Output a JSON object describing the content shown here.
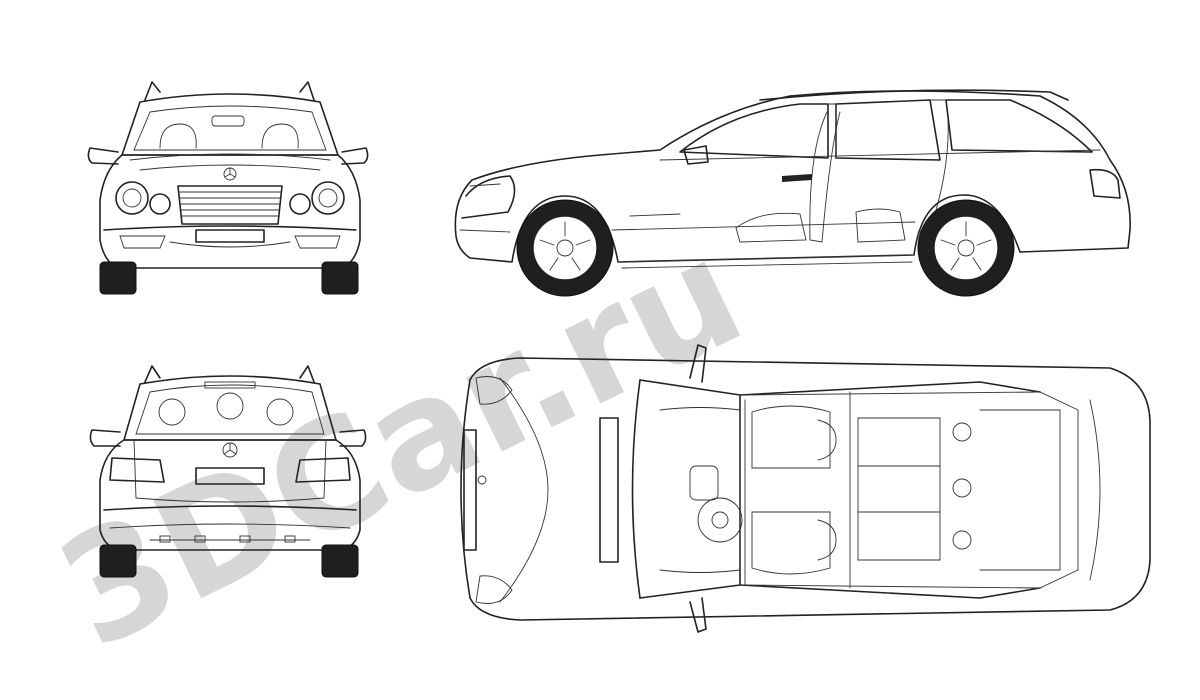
{
  "watermark": {
    "text": "3DCar.ru",
    "color": "#cfcfcf"
  },
  "views": [
    {
      "id": "front",
      "icon": "car-front-view-icon"
    },
    {
      "id": "side",
      "icon": "car-side-view-icon"
    },
    {
      "id": "rear",
      "icon": "car-rear-view-icon"
    },
    {
      "id": "top",
      "icon": "car-top-view-icon"
    }
  ],
  "colors": {
    "line": "#222222",
    "background": "#ffffff"
  }
}
